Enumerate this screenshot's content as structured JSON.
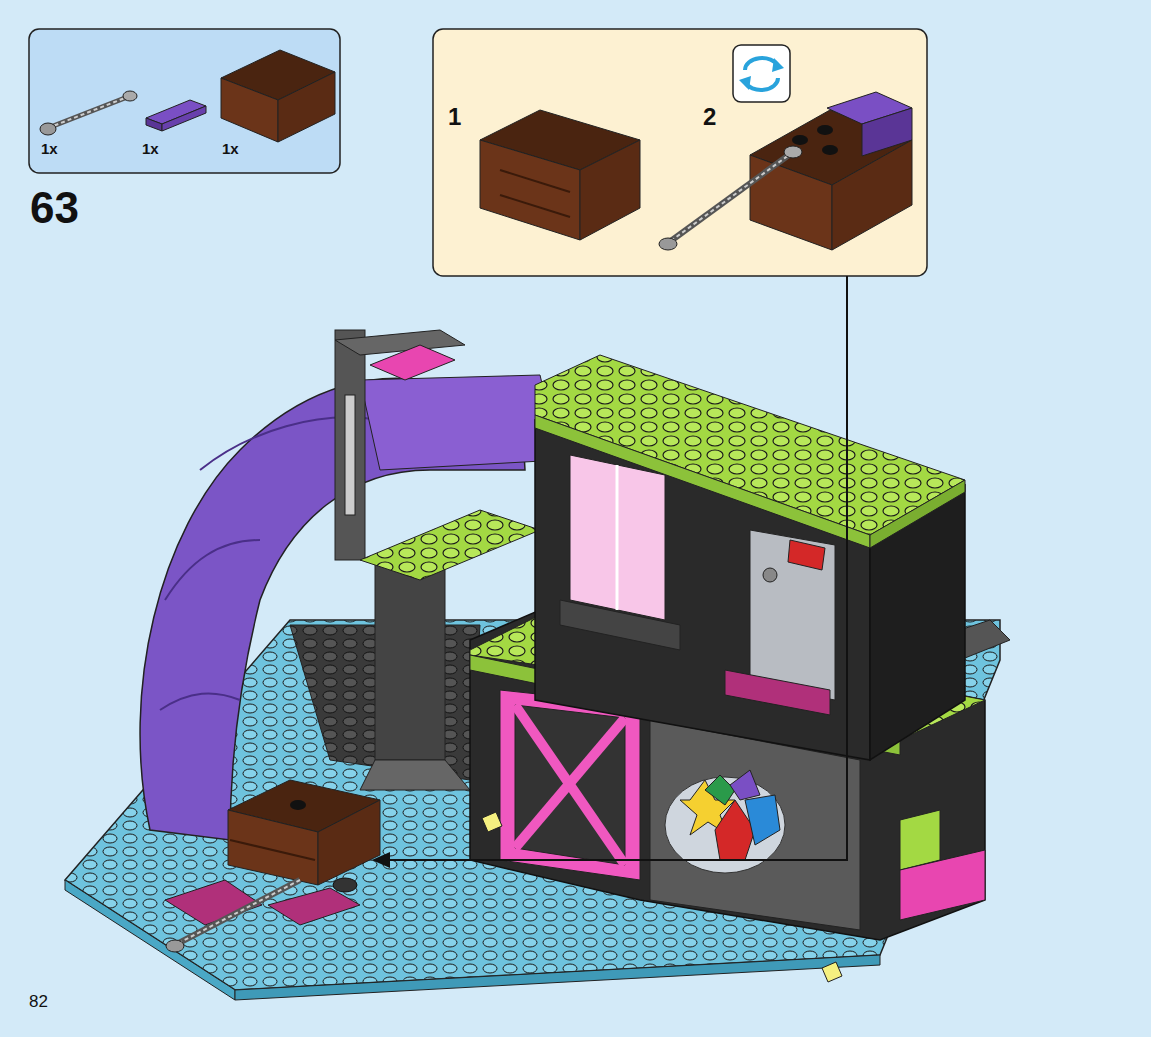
{
  "diagram": {
    "nodes": [
      {
        "text": [
          "1x",
          "1x",
          "1x"
        ]
      },
      {
        "text": [
          "1",
          "2"
        ]
      }
    ],
    "labels": [
      "63",
      "82"
    ]
  }
}
